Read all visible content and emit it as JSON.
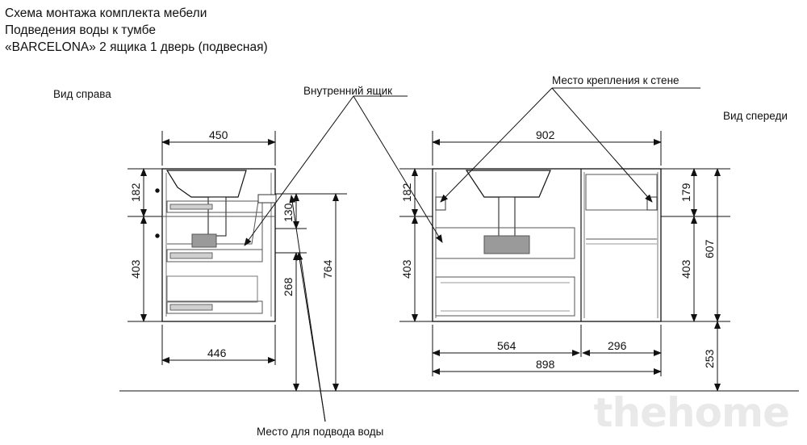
{
  "title": {
    "line1": "Схема монтажа комплекта мебели",
    "line2": "Подведения воды к тумбе",
    "line3": "«BARCELONA» 2 ящика 1 дверь (подвесная)"
  },
  "labels": {
    "side_view": "Вид справа",
    "front_view": "Вид спереди",
    "inner_drawer": "Внутренний ящик",
    "wall_mount": "Место крепления к стене",
    "water_supply": "Место для подвода воды"
  },
  "dimensions": {
    "side_top_width": "450",
    "side_bottom_width": "446",
    "side_upper_height": "182",
    "side_lower_height": "403",
    "side_pipe_a": "130",
    "side_pipe_b": "268",
    "side_total": "764",
    "front_top_width": "902",
    "front_left_upper": "182",
    "front_left_lower": "403",
    "front_right_upper": "179",
    "front_right_lower": "403",
    "front_total": "607",
    "front_floor": "253",
    "front_left_section": "564",
    "front_right_section": "296",
    "front_bottom_width": "898"
  },
  "watermark": "thehome"
}
